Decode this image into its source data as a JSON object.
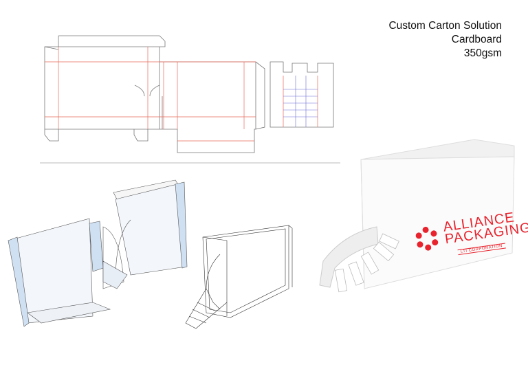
{
  "header": {
    "line1": "Custom Carton Solution",
    "line2": "Cardboard",
    "line3": "350gsm"
  },
  "logo": {
    "name_line1": "ALLIANCE",
    "name_line2": "PACKAGING",
    "tagline": "LTI CORPORATION",
    "color": "#e8232d"
  },
  "colors": {
    "cut_line": "#777777",
    "fold_line_red": "#e86a5a",
    "fold_line_blue": "#6a6ad8",
    "panel_blue": "#cfe0f2"
  }
}
